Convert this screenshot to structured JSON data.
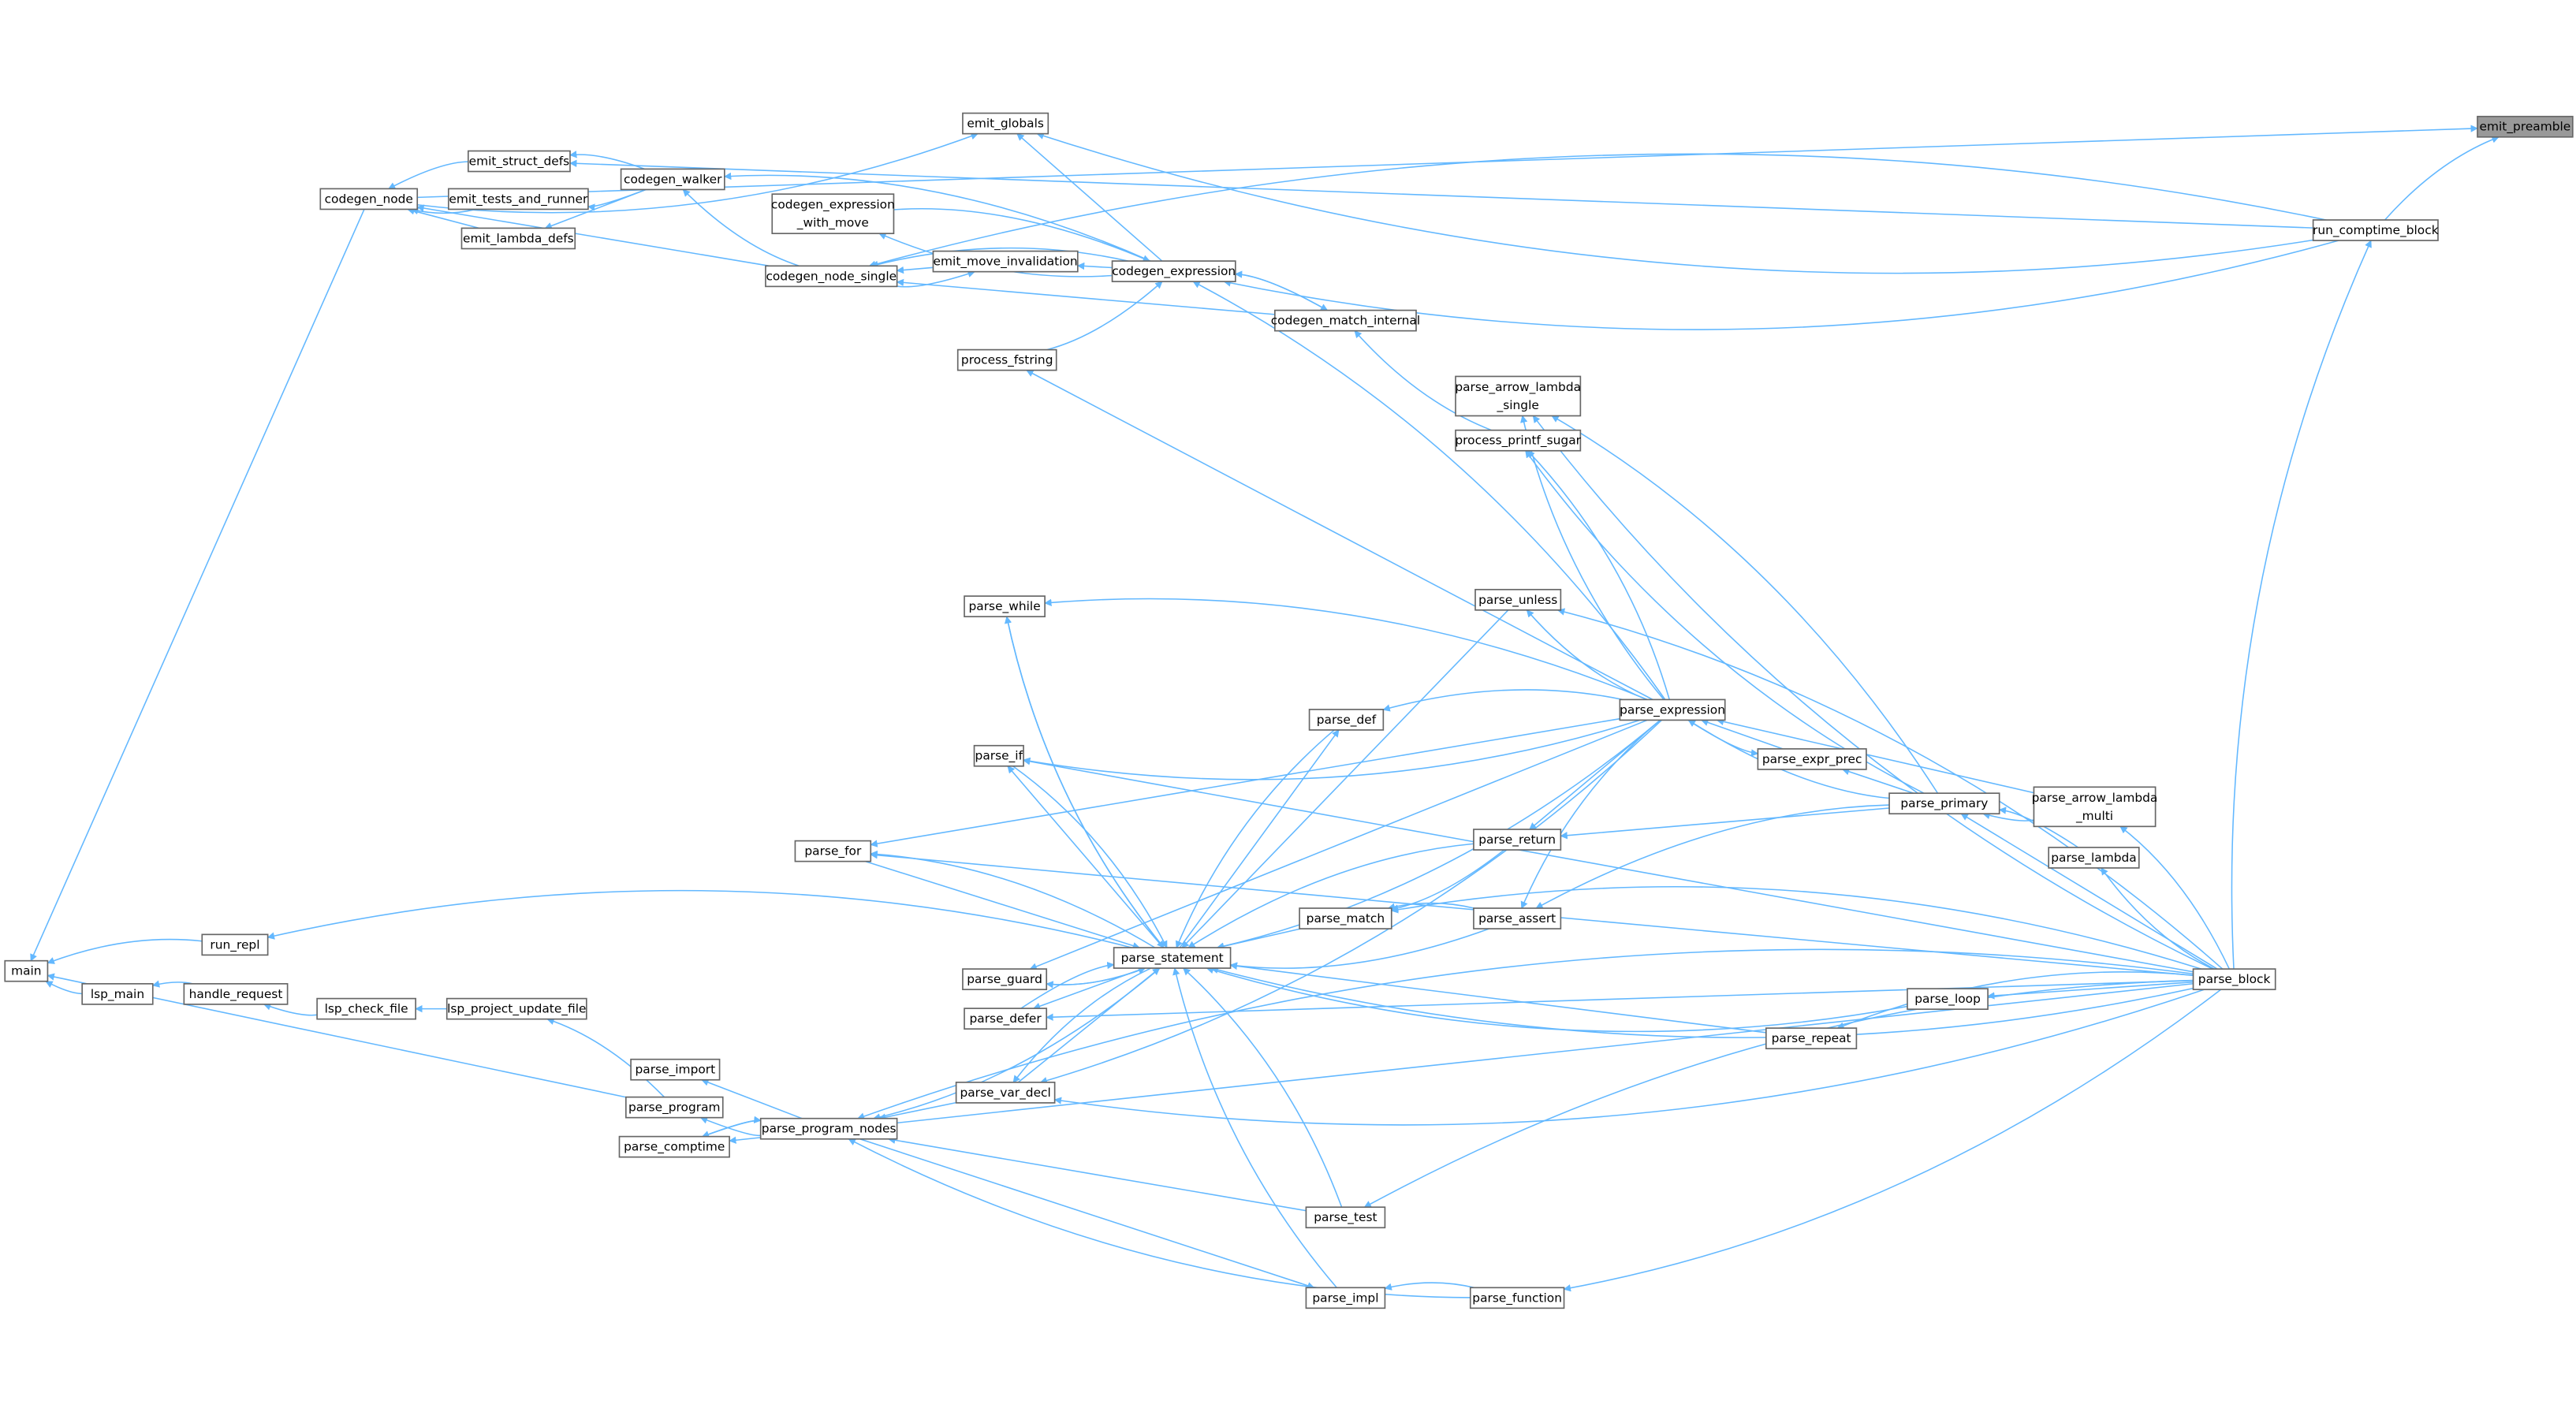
{
  "graph": {
    "type": "caller-graph",
    "focus": "emit_preamble",
    "colors": {
      "edge": "#63b8ff",
      "node_border": "#666666",
      "focus_fill": "#999999",
      "node_fill": "#ffffff"
    },
    "nodes": {
      "emit_preamble": [
        "emit_preamble"
      ],
      "run_comptime_block": [
        "run_comptime_block"
      ],
      "emit_globals": [
        "emit_globals"
      ],
      "emit_struct_defs": [
        "emit_struct_defs"
      ],
      "codegen_walker": [
        "codegen_walker"
      ],
      "codegen_node": [
        "codegen_node"
      ],
      "emit_tests_and_runner": [
        "emit_tests_and_runner"
      ],
      "codegen_expression_with_move": [
        "codegen_expression",
        "_with_move"
      ],
      "emit_lambda_defs": [
        "emit_lambda_defs"
      ],
      "emit_move_invalidation": [
        "emit_move_invalidation"
      ],
      "codegen_expression": [
        "codegen_expression"
      ],
      "codegen_node_single": [
        "codegen_node_single"
      ],
      "codegen_match_internal": [
        "codegen_match_internal"
      ],
      "process_fstring": [
        "process_fstring"
      ],
      "parse_arrow_lambda_single": [
        "parse_arrow_lambda",
        "_single"
      ],
      "process_printf_sugar": [
        "process_printf_sugar"
      ],
      "parse_while": [
        "parse_while"
      ],
      "parse_unless": [
        "parse_unless"
      ],
      "parse_expression": [
        "parse_expression"
      ],
      "parse_def": [
        "parse_def"
      ],
      "parse_if": [
        "parse_if"
      ],
      "parse_expr_prec": [
        "parse_expr_prec"
      ],
      "parse_primary": [
        "parse_primary"
      ],
      "parse_arrow_lambda_multi": [
        "parse_arrow_lambda",
        "_multi"
      ],
      "parse_return": [
        "parse_return"
      ],
      "parse_for": [
        "parse_for"
      ],
      "parse_lambda": [
        "parse_lambda"
      ],
      "parse_match": [
        "parse_match"
      ],
      "parse_assert": [
        "parse_assert"
      ],
      "run_repl": [
        "run_repl"
      ],
      "parse_statement": [
        "parse_statement"
      ],
      "main": [
        "main"
      ],
      "parse_block": [
        "parse_block"
      ],
      "parse_guard": [
        "parse_guard"
      ],
      "lsp_main": [
        "lsp_main"
      ],
      "handle_request": [
        "handle_request"
      ],
      "parse_loop": [
        "parse_loop"
      ],
      "lsp_check_file": [
        "lsp_check_file"
      ],
      "lsp_project_update_file": [
        "lsp_project_update_file"
      ],
      "parse_defer": [
        "parse_defer"
      ],
      "parse_repeat": [
        "parse_repeat"
      ],
      "parse_import": [
        "parse_import"
      ],
      "parse_var_decl": [
        "parse_var_decl"
      ],
      "parse_program": [
        "parse_program"
      ],
      "parse_program_nodes": [
        "parse_program_nodes"
      ],
      "parse_comptime": [
        "parse_comptime"
      ],
      "parse_test": [
        "parse_test"
      ],
      "parse_impl": [
        "parse_impl"
      ],
      "parse_function": [
        "parse_function"
      ]
    },
    "edges": [
      [
        "run_comptime_block",
        "emit_preamble"
      ],
      [
        "codegen_node",
        "emit_preamble"
      ],
      [
        "codegen_node",
        "emit_globals"
      ],
      [
        "run_comptime_block",
        "emit_globals"
      ],
      [
        "run_comptime_block",
        "emit_struct_defs"
      ],
      [
        "run_comptime_block",
        "codegen_node_single"
      ],
      [
        "run_comptime_block",
        "codegen_expression"
      ],
      [
        "codegen_expression",
        "emit_globals"
      ],
      [
        "codegen_expression",
        "codegen_walker"
      ],
      [
        "codegen_expression",
        "codegen_expression_with_move"
      ],
      [
        "codegen_expression",
        "emit_move_invalidation"
      ],
      [
        "codegen_expression",
        "codegen_node_single"
      ],
      [
        "codegen_expression_with_move",
        "codegen_expression"
      ],
      [
        "emit_move_invalidation",
        "codegen_node_single"
      ],
      [
        "codegen_node_single",
        "emit_move_invalidation"
      ],
      [
        "codegen_node_single",
        "codegen_walker"
      ],
      [
        "codegen_node_single",
        "codegen_node"
      ],
      [
        "codegen_walker",
        "emit_struct_defs"
      ],
      [
        "codegen_walker",
        "emit_tests_and_runner"
      ],
      [
        "codegen_walker",
        "emit_lambda_defs"
      ],
      [
        "emit_struct_defs",
        "codegen_node"
      ],
      [
        "emit_tests_and_runner",
        "codegen_node"
      ],
      [
        "emit_lambda_defs",
        "codegen_node"
      ],
      [
        "codegen_match_internal",
        "codegen_expression"
      ],
      [
        "codegen_expression",
        "codegen_match_internal"
      ],
      [
        "codegen_match_internal",
        "codegen_node_single"
      ],
      [
        "process_fstring",
        "codegen_expression"
      ],
      [
        "process_printf_sugar",
        "codegen_match_internal"
      ],
      [
        "codegen_node",
        "main"
      ],
      [
        "run_repl",
        "main"
      ],
      [
        "lsp_main",
        "main"
      ],
      [
        "parse_program",
        "main"
      ],
      [
        "handle_request",
        "lsp_main"
      ],
      [
        "lsp_check_file",
        "handle_request"
      ],
      [
        "lsp_project_update_file",
        "lsp_check_file"
      ],
      [
        "parse_program",
        "lsp_project_update_file"
      ],
      [
        "parse_program_nodes",
        "parse_program"
      ],
      [
        "parse_program_nodes",
        "parse_import"
      ],
      [
        "parse_program_nodes",
        "parse_comptime"
      ],
      [
        "parse_comptime",
        "parse_program_nodes"
      ],
      [
        "parse_var_decl",
        "parse_program_nodes"
      ],
      [
        "parse_statement",
        "run_repl"
      ],
      [
        "parse_statement",
        "parse_while"
      ],
      [
        "parse_statement",
        "parse_if"
      ],
      [
        "parse_statement",
        "parse_for"
      ],
      [
        "parse_statement",
        "parse_guard"
      ],
      [
        "parse_statement",
        "parse_defer"
      ],
      [
        "parse_statement",
        "parse_var_decl"
      ],
      [
        "parse_statement",
        "parse_program_nodes"
      ],
      [
        "parse_statement",
        "parse_def"
      ],
      [
        "parse_while",
        "parse_statement"
      ],
      [
        "parse_if",
        "parse_statement"
      ],
      [
        "parse_for",
        "parse_statement"
      ],
      [
        "parse_guard",
        "parse_statement"
      ],
      [
        "parse_defer",
        "parse_statement"
      ],
      [
        "parse_var_decl",
        "parse_statement"
      ],
      [
        "parse_expression",
        "parse_while"
      ],
      [
        "parse_expression",
        "parse_if"
      ],
      [
        "parse_expression",
        "parse_for"
      ],
      [
        "parse_expression",
        "parse_def"
      ],
      [
        "parse_expression",
        "parse_unless"
      ],
      [
        "parse_expression",
        "parse_return"
      ],
      [
        "parse_expression",
        "parse_assert"
      ],
      [
        "parse_expression",
        "parse_statement"
      ],
      [
        "parse_expression",
        "parse_guard"
      ],
      [
        "parse_expression",
        "process_printf_sugar"
      ],
      [
        "parse_expression",
        "parse_arrow_lambda_single"
      ],
      [
        "parse_expression",
        "process_fstring"
      ],
      [
        "parse_expression",
        "codegen_expression"
      ],
      [
        "parse_expression",
        "parse_var_decl"
      ],
      [
        "parse_expr_prec",
        "parse_expression"
      ],
      [
        "parse_expression",
        "parse_expr_prec"
      ],
      [
        "parse_primary",
        "parse_expression"
      ],
      [
        "parse_primary",
        "parse_expr_prec"
      ],
      [
        "parse_primary",
        "parse_arrow_lambda_single"
      ],
      [
        "parse_primary",
        "process_printf_sugar"
      ],
      [
        "parse_primary",
        "parse_return"
      ],
      [
        "parse_primary",
        "parse_assert"
      ],
      [
        "parse_arrow_lambda_multi",
        "parse_primary"
      ],
      [
        "parse_arrow_lambda_multi",
        "parse_expression"
      ],
      [
        "parse_lambda",
        "parse_primary"
      ],
      [
        "parse_block",
        "run_comptime_block"
      ],
      [
        "parse_block",
        "parse_primary"
      ],
      [
        "parse_block",
        "parse_arrow_lambda_multi"
      ],
      [
        "parse_block",
        "parse_lambda"
      ],
      [
        "parse_block",
        "parse_loop"
      ],
      [
        "parse_block",
        "parse_repeat"
      ],
      [
        "parse_block",
        "parse_statement"
      ],
      [
        "parse_block",
        "parse_defer"
      ],
      [
        "parse_block",
        "parse_program_nodes"
      ],
      [
        "parse_block",
        "parse_var_decl"
      ],
      [
        "parse_block",
        "parse_for"
      ],
      [
        "parse_block",
        "parse_test"
      ],
      [
        "parse_block",
        "parse_function"
      ],
      [
        "parse_block",
        "parse_comptime"
      ],
      [
        "parse_block",
        "parse_unless"
      ],
      [
        "parse_block",
        "parse_arrow_lambda_single"
      ],
      [
        "parse_block",
        "parse_if"
      ],
      [
        "parse_block",
        "parse_match"
      ],
      [
        "parse_loop",
        "parse_statement"
      ],
      [
        "parse_repeat",
        "parse_statement"
      ],
      [
        "parse_test",
        "parse_statement"
      ],
      [
        "parse_impl",
        "parse_statement"
      ],
      [
        "parse_program_nodes",
        "parse_impl"
      ],
      [
        "parse_function",
        "parse_impl"
      ],
      [
        "parse_function",
        "parse_program_nodes"
      ],
      [
        "parse_match",
        "parse_statement"
      ],
      [
        "parse_assert",
        "parse_match"
      ],
      [
        "parse_return",
        "parse_match"
      ],
      [
        "parse_unless",
        "parse_statement"
      ],
      [
        "parse_return",
        "parse_statement"
      ],
      [
        "parse_assert",
        "parse_statement"
      ],
      [
        "parse_test",
        "parse_program_nodes"
      ],
      [
        "parse_def",
        "parse_statement"
      ]
    ]
  }
}
